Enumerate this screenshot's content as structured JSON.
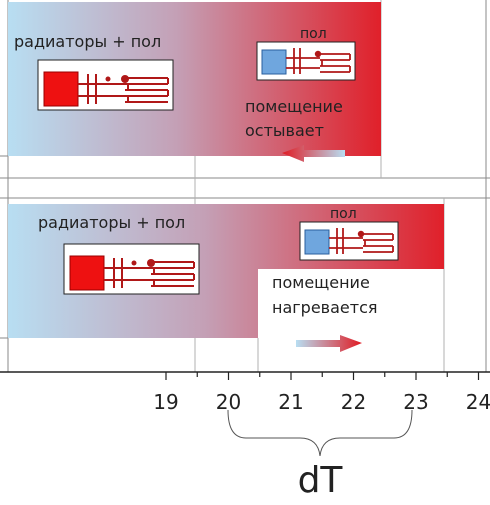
{
  "panels": [
    {
      "label_left": "радиаторы + пол",
      "label_right": "пол",
      "message_line1": "помещение",
      "message_line2": "остывает",
      "arrow_direction": "left"
    },
    {
      "label_left": "радиаторы + пол",
      "label_right": "пол",
      "message_line1": "помещение",
      "message_line2": "нагревается",
      "arrow_direction": "right"
    }
  ],
  "axis": {
    "ticks": [
      "19",
      "20",
      "21",
      "22",
      "23",
      "24"
    ]
  },
  "range_label": "dT",
  "colors": {
    "cold": "#b8def2",
    "hot": "#e0202a",
    "pipe": "#b01818",
    "boiler_red": "#ee1111",
    "boiler_blue": "#6fa6de",
    "axis": "#222222",
    "grid": "#8a8a8a"
  }
}
